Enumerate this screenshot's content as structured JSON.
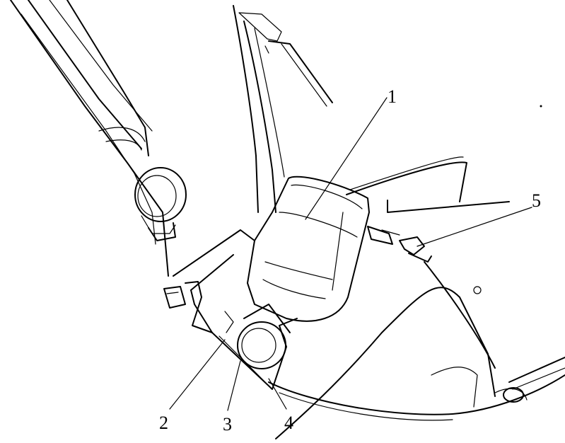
{
  "figure": {
    "callouts": [
      {
        "id": "part-1",
        "label": "1"
      },
      {
        "id": "part-2",
        "label": "2"
      },
      {
        "id": "part-3",
        "label": "3"
      },
      {
        "id": "part-4",
        "label": "4"
      },
      {
        "id": "part-5",
        "label": "5"
      }
    ]
  },
  "colors": {
    "line": "#000000",
    "background": "#ffffff"
  }
}
